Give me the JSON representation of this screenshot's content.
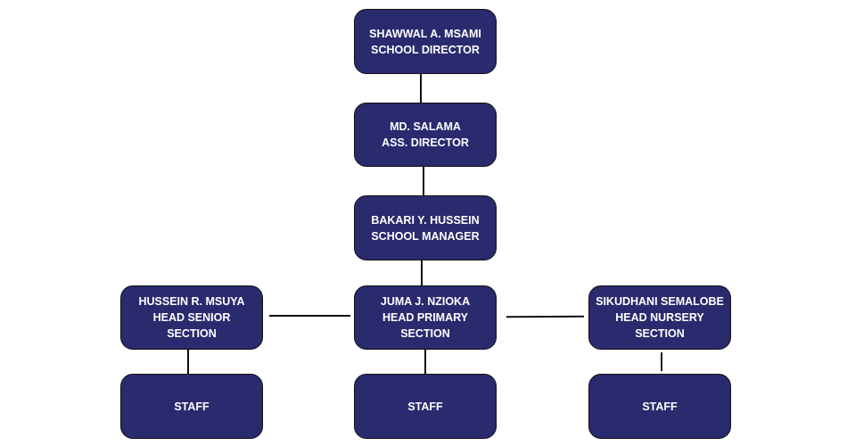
{
  "nodes": {
    "director": {
      "name": "SHAWWAL A. MSAMI",
      "role": "SCHOOL DIRECTOR"
    },
    "assistant": {
      "name": "MD. SALAMA",
      "role": "ASS. DIRECTOR"
    },
    "manager": {
      "name": "BAKARI Y. HUSSEIN",
      "role": "SCHOOL MANAGER"
    },
    "senior": {
      "name": "HUSSEIN R. MSUYA",
      "role": "HEAD SENIOR",
      "role2": "SECTION"
    },
    "primary": {
      "name": "JUMA J. NZIOKA",
      "role": "HEAD PRIMARY",
      "role2": "SECTION"
    },
    "nursery": {
      "name": "SIKUDHANI SEMALOBE",
      "role": "HEAD NURSERY",
      "role2": "SECTION"
    },
    "staff_senior": {
      "label": "STAFF"
    },
    "staff_primary": {
      "label": "STAFF"
    },
    "staff_nursery": {
      "label": "STAFF"
    }
  },
  "colors": {
    "box": "#2a2a6e",
    "line": "#111111",
    "text": "#ffffff"
  }
}
